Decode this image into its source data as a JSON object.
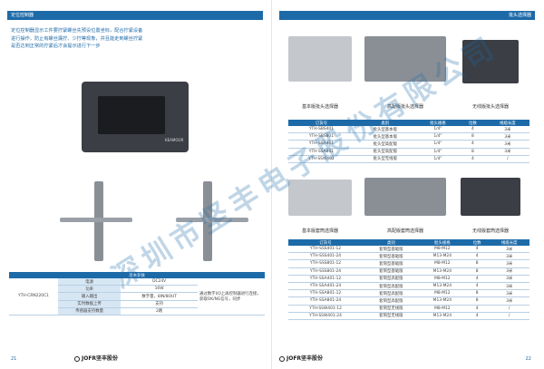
{
  "left_page": {
    "header": "定位控制器",
    "intro": "定位控制器显示工件要拧紧螺丝先预设位置坐标，配合拧紧设备进行操作，防止有螺丝漏拧、少拧等现象，并且能走到螺丝拧紧是否达到正常的拧紧后才会提示进行下一步",
    "device_label": "KEAMOOR",
    "params_title": "基本参数",
    "model": "YTH-CRN220C1",
    "params": [
      {
        "label": "电源",
        "value": "DC24V"
      },
      {
        "label": "功率",
        "value": "16W"
      },
      {
        "label": "输入输出",
        "value": "数字量，8IN/8OUT"
      },
      {
        "label": "实时数据上传",
        "value": "支持"
      },
      {
        "label": "传感器支持数量",
        "value": "2路"
      }
    ],
    "params_note": "通过数字I/O上再控制器进行连接，获取OK/NG信号，同步",
    "page_number": "21",
    "logo_text": "JOFR坚丰股份"
  },
  "right_page": {
    "header": "批头选择器",
    "top_products": [
      {
        "caption": "基本版批头选择器"
      },
      {
        "caption": "高配版批头选择器"
      },
      {
        "caption": "无线版批头选择器"
      }
    ],
    "table1": {
      "headers": [
        "订货号",
        "类别",
        "批头规格",
        "位数",
        "线缆长度"
      ],
      "rows": [
        [
          "YTH-SBS401",
          "批头型基本版",
          "1/4\"",
          "4",
          "3米"
        ],
        [
          "YTH-SBS801",
          "批头型基本版",
          "1/4\"",
          "8",
          "3米"
        ],
        [
          "YTH-SSA401",
          "批头型高配版",
          "1/4\"",
          "4",
          "3米"
        ],
        [
          "YTH-SSA801",
          "批头型高配版",
          "1/4\"",
          "8",
          "3米"
        ],
        [
          "YTH-SSW401",
          "批头型无线版",
          "1/4\"",
          "4",
          "/"
        ]
      ]
    },
    "bottom_products": [
      {
        "caption": "基本版套筒选择器"
      },
      {
        "caption": "高配版套筒选择器"
      },
      {
        "caption": "无线版套筒选择器"
      }
    ],
    "table2": {
      "headers": [
        "订货号",
        "类别",
        "批头规格",
        "位数",
        "线缆长度"
      ],
      "rows": [
        [
          "YTH-SSS401-12",
          "套筒型基础版",
          "M8-M12",
          "4",
          "3米"
        ],
        [
          "YTH-SSS401-24",
          "套筒型基础版",
          "M13-M24",
          "4",
          "3米"
        ],
        [
          "YTH-SSS801-12",
          "套筒型基础版",
          "M8-M12",
          "8",
          "3米"
        ],
        [
          "YTH-SSS801-24",
          "套筒型基础版",
          "M13-M24",
          "8",
          "3米"
        ],
        [
          "YTH-SSA401-12",
          "套筒型高配版",
          "M8-M12",
          "4",
          "3米"
        ],
        [
          "YTH-SSA401-24",
          "套筒型高配版",
          "M13-M24",
          "4",
          "3米"
        ],
        [
          "YTH-SSA801-12",
          "套筒型高配版",
          "M8-M12",
          "8",
          "3米"
        ],
        [
          "YTH-SSA801-24",
          "套筒型高配版",
          "M13-M24",
          "8",
          "3米"
        ],
        [
          "YTH-SSW401-12",
          "套筒型无线版",
          "M8-M12",
          "4",
          "/"
        ],
        [
          "YTH-SSW401-24",
          "套筒型无线版",
          "M13-M24",
          "4",
          "/"
        ]
      ]
    },
    "page_number": "22",
    "logo_text": "JOFR坚丰股份"
  },
  "watermark": "深圳市坚丰电子股份有限公司",
  "colors": {
    "accent": "#1d6aa8",
    "row_line": "#b8cfe4",
    "label_bg": "#d7e6f3"
  }
}
